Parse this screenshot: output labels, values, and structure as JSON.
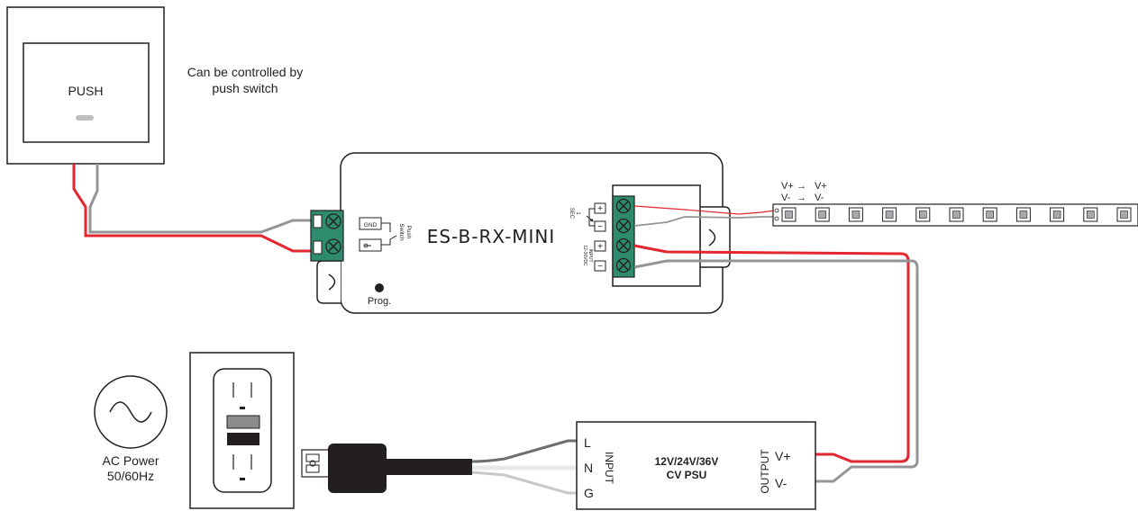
{
  "push_switch": {
    "label": "PUSH",
    "caption_line1": "Can be controlled by",
    "caption_line2": "push switch"
  },
  "receiver": {
    "model": "ES-B-RX-MINI",
    "prog_label": "Prog.",
    "gnd_label": "GND",
    "push_switch_label_line1": "Push",
    "push_switch_label_line2": "Switch",
    "sec_label": "SEC",
    "sec_channel": "1",
    "input_label_line1": "12-36VDC",
    "input_label_line2": "INPUT",
    "plus": "+",
    "minus": "−"
  },
  "led_strip": {
    "label_vplus_from": "V+",
    "label_vplus_to": "V+",
    "label_vminus_from": "V-",
    "label_vminus_to": "V-",
    "arrow": "→"
  },
  "ac_power": {
    "line1": "AC Power",
    "line2": "50/60Hz"
  },
  "psu": {
    "title_line1": "12V/24V/36V",
    "title_line2": "CV PSU",
    "input_label": "INPUT",
    "output_label": "OUTPUT",
    "terminal_l": "L",
    "terminal_n": "N",
    "terminal_g": "G",
    "out_plus": "V+",
    "out_minus": "V-"
  },
  "colors": {
    "wire_red": "#e3262f",
    "wire_grey": "#939598",
    "wire_light": "#c8c8c8",
    "wire_dark": "#6d6e71",
    "terminal_green": "#2e8b6e",
    "outline": "#231f20"
  }
}
